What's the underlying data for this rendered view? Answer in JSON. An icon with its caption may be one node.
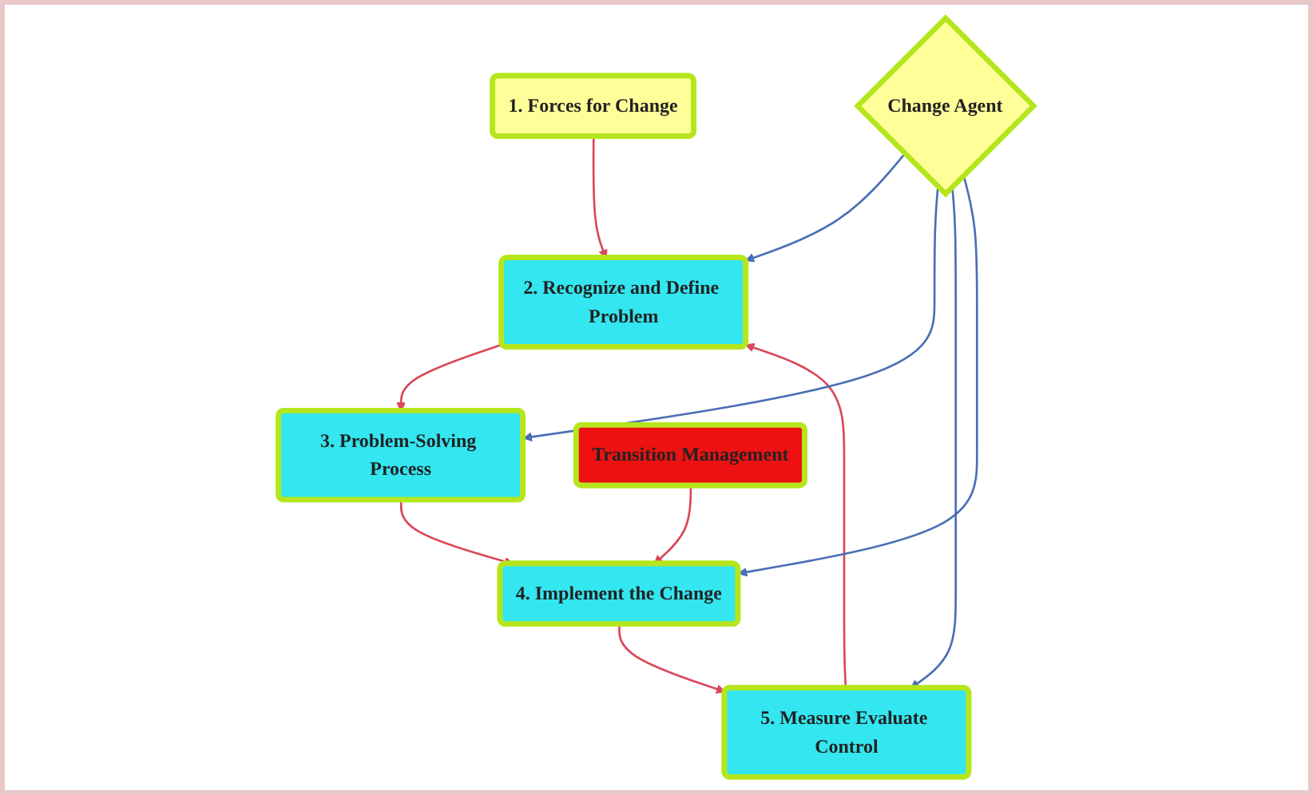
{
  "diagram": {
    "nodes": [
      {
        "text": [
          "1. Forces for Change"
        ]
      },
      {
        "text": [
          "2. Recognize and Define Problem"
        ]
      },
      {
        "text": [
          "3. Problem-Solving Process"
        ]
      },
      {
        "text": [
          "Change Agent"
        ]
      },
      {
        "text": [
          "5. Measure Evaluate Control"
        ]
      },
      {
        "text": [
          "4. Implement the Change"
        ]
      },
      {
        "text": [
          "Transition Management"
        ]
      }
    ],
    "edges": [
      {
        "from": 0,
        "to": 1,
        "arrow": "to"
      },
      {
        "from": 1,
        "to": 2,
        "arrow": "to"
      },
      {
        "from": 2,
        "to": 5,
        "arrow": "to"
      },
      {
        "from": 5,
        "to": 4,
        "arrow": "to"
      },
      {
        "from": 4,
        "to": 1,
        "arrow": "to"
      },
      {
        "from": 6,
        "to": 5,
        "arrow": "to"
      },
      {
        "from": 3,
        "to": 1,
        "arrow": "to",
        "color": "#4a6fb5"
      },
      {
        "from": 3,
        "to": 2,
        "arrow": "to",
        "color": "#4a6fb5"
      },
      {
        "from": 3,
        "to": 4,
        "arrow": "to",
        "color": "#4a6fb5"
      },
      {
        "from": 3,
        "to": 5,
        "arrow": "to",
        "color": "#4a6fb5"
      }
    ]
  }
}
